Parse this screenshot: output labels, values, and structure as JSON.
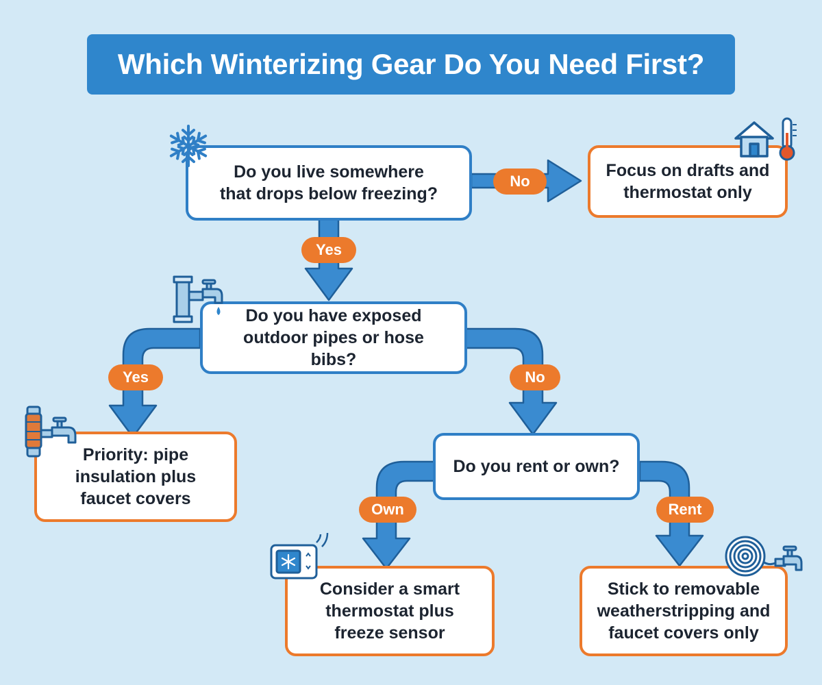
{
  "title": "Which Winterizing Gear Do You Need First?",
  "nodes": {
    "q1": "Do you live somewhere that drops below freezing?",
    "q2": "Do you have exposed outdoor pipes or hose bibs?",
    "q3": "Do you rent or own?",
    "a_drafts": "Focus on drafts and thermostat only",
    "a_pipe": "Priority: pipe insulation plus faucet covers",
    "a_smart": "Consider a smart thermostat plus freeze sensor",
    "a_rent": "Stick to removable weatherstripping and faucet covers only"
  },
  "labels": {
    "q1_no": "No",
    "q1_yes": "Yes",
    "q2_yes": "Yes",
    "q2_no": "No",
    "q3_own": "Own",
    "q3_rent": "Rent"
  },
  "colors": {
    "background": "#d3e9f6",
    "title_bar": "#2f86cc",
    "question_border": "#2f7fc6",
    "answer_border": "#ec7a2c",
    "badge": "#ec7a2c",
    "connector": "#3a8bd0"
  },
  "icons": [
    "snowflake-icon",
    "house-icon",
    "thermometer-icon",
    "pipe-faucet-icon",
    "insulated-pipe-faucet-icon",
    "smart-thermostat-icon",
    "coiled-hose-faucet-icon"
  ]
}
